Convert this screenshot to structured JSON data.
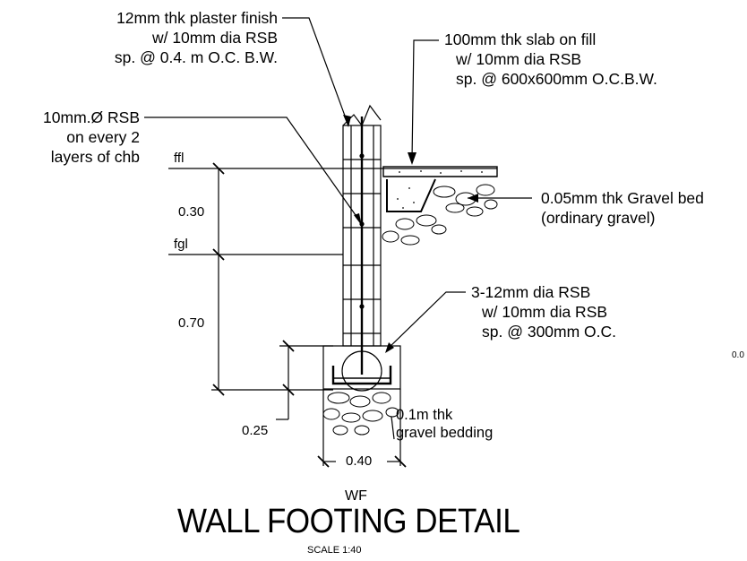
{
  "notes": {
    "plaster": [
      "12mm thk plaster finish",
      "w/ 10mm dia RSB",
      "sp. @ 0.4. m O.C. B.W."
    ],
    "rsb_chb": [
      "10mm.Ø RSB",
      "on every 2",
      "layers of chb"
    ],
    "slab": [
      "100mm thk slab on fill",
      "w/ 10mm dia RSB",
      "sp. @ 600x600mm O.C.B.W."
    ],
    "gravel_bed": [
      "0.05mm thk Gravel bed",
      "(ordinary gravel)"
    ],
    "footing_rsb": [
      "3-12mm dia RSB",
      "w/ 10mm dia RSB",
      "sp. @ 300mm O.C."
    ],
    "bedding": [
      "0.1m thk",
      "gravel bedding"
    ]
  },
  "levels": {
    "ffl": "ffl",
    "fgl": "fgl"
  },
  "dimensions": {
    "d030": "0.30",
    "d070": "0.70",
    "d025": "0.25",
    "d040": "0.40"
  },
  "stray_text": "0.0",
  "caption": {
    "tag": "WF",
    "title": "WALL FOOTING DETAIL",
    "scale": "SCALE  1:40"
  }
}
